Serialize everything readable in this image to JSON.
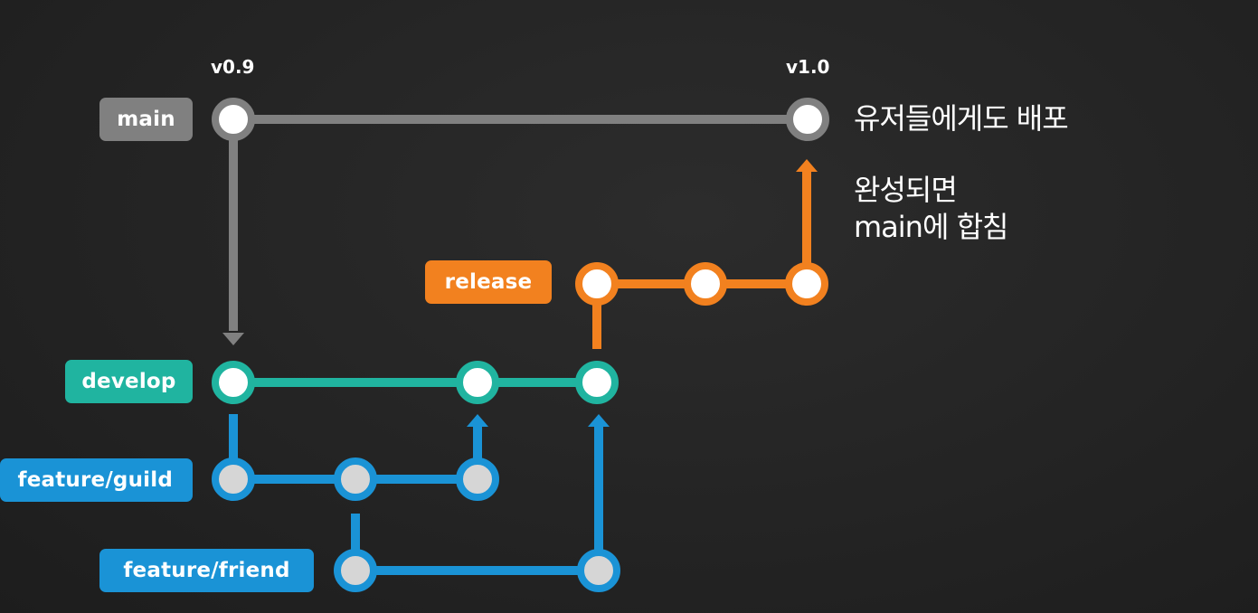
{
  "colors": {
    "main": "#808080",
    "develop": "#20b4a0",
    "release": "#f2811f",
    "feature": "#1a93d6",
    "background": "#262626",
    "node_fill": "#ffffff",
    "feature_node_fill": "#d6d6d6"
  },
  "branches": {
    "main": "main",
    "release": "release",
    "develop": "develop",
    "feature_guild": "feature/guild",
    "feature_friend": "feature/friend"
  },
  "versions": {
    "start": "v0.9",
    "end": "v1.0"
  },
  "notes": {
    "deploy": "유저들에게도 배포",
    "merge_line1": "완성되면",
    "merge_line2": "main에 합침"
  }
}
